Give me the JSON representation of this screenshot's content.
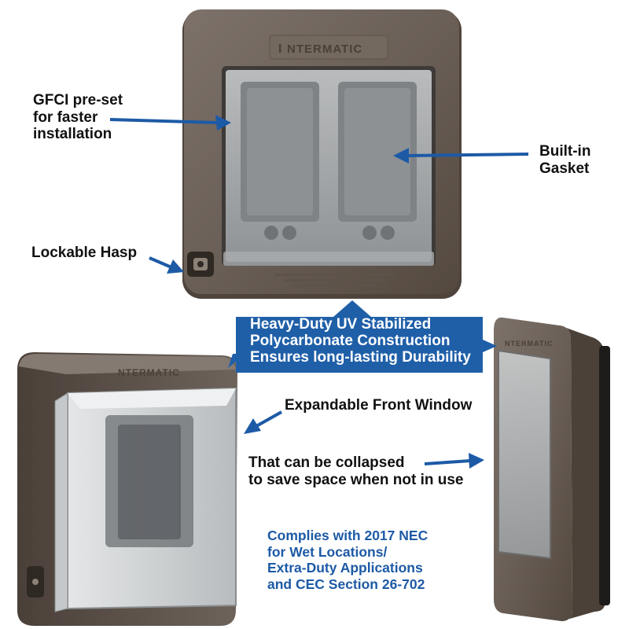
{
  "callouts": {
    "gfci": [
      "GFCI pre-set",
      "for faster",
      "installation"
    ],
    "gasket": [
      "Built-in",
      "Gasket"
    ],
    "hasp": [
      "Lockable Hasp"
    ],
    "window": [
      "Expandable Front Window"
    ],
    "collapse": [
      "That can be collapsed",
      "to save space when not in use"
    ]
  },
  "banner": {
    "lines": [
      "Heavy-Duty UV Stabilized",
      "Polycarbonate Construction",
      "Ensures long-lasting Durability"
    ]
  },
  "compliance": {
    "lines": [
      "Complies with 2017 NEC",
      "for Wet Locations/",
      "Extra-Duty Applications",
      "and CEC Section 26-702"
    ]
  },
  "brand": {
    "logo_text": "NTERMATIC",
    "logo_mark": "I"
  },
  "colors": {
    "arrow_blue": "#1d5aa6",
    "banner_blue": "#1f5fa8",
    "cover_bronze": "#6b6058",
    "text_dark": "#111111"
  },
  "icons": [
    "arrow-icon",
    "lock-hasp-icon",
    "logo-mark-icon"
  ]
}
